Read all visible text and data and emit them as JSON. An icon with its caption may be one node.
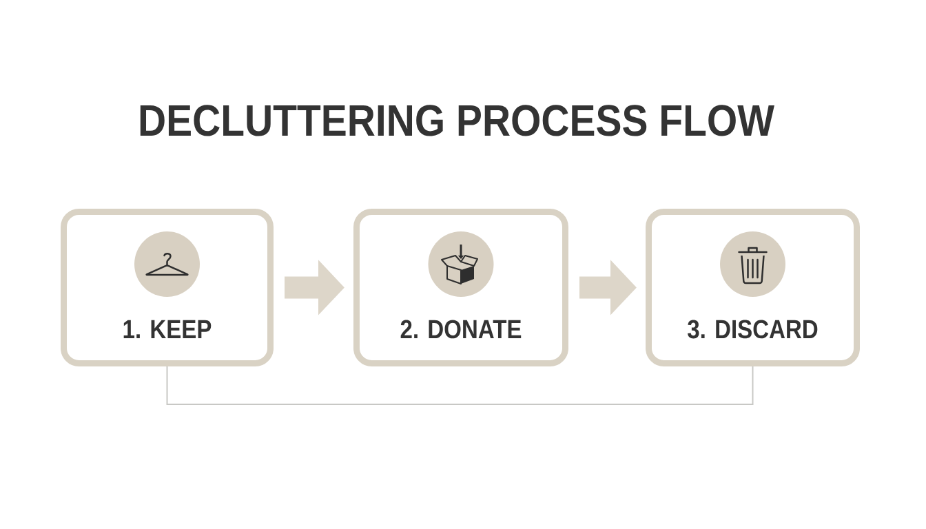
{
  "diagram": {
    "title": "DECLUTTERING PROCESS FLOW",
    "nodes": [
      {
        "text": [
          "1. KEEP"
        ]
      },
      {
        "text": [
          "2. DONATE"
        ]
      },
      {
        "text": [
          "3. DISCARD"
        ]
      }
    ],
    "edges": [
      {
        "from": 0,
        "to": 1,
        "arrow": "to"
      },
      {
        "from": 1,
        "to": 2,
        "arrow": "to"
      },
      {
        "from": 0,
        "to": 2,
        "arrow": "none",
        "color": "#c8c8c5"
      }
    ]
  }
}
